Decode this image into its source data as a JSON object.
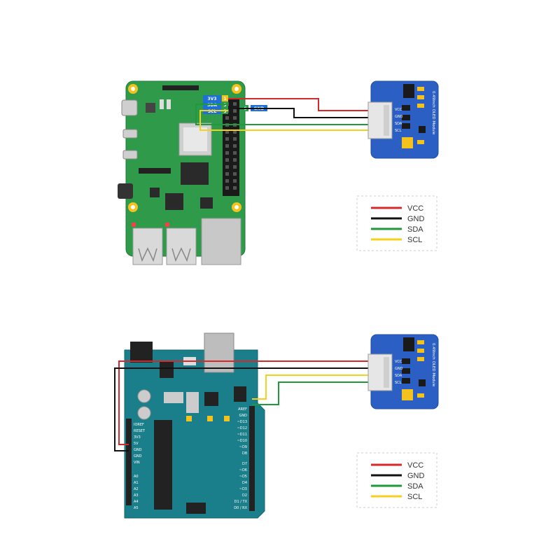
{
  "colors": {
    "vcc": "#d62828",
    "gnd": "#111111",
    "sda": "#1f9a3a",
    "scl": "#f2d21c",
    "rpi_board": "#2f9b4a",
    "arduino_board": "#1a7f8a",
    "oled_board": "#2b5fc4"
  },
  "rpi": {
    "pins": {
      "p3v3": "3V3",
      "sda": "SDA",
      "scl": "SCL",
      "gnd": "GND",
      "n1": "1",
      "n3": "3",
      "n5": "5",
      "n6": "6"
    }
  },
  "oled": {
    "title": "0.49inch OLED Module",
    "pins": [
      "VCC",
      "GND",
      "SDA",
      "SCL"
    ]
  },
  "arduino": {
    "left_labels": [
      "IOREF",
      "RESET",
      "3V3",
      "5V",
      "GND",
      "GND",
      "VIN",
      "A0",
      "A1",
      "A2",
      "A3",
      "A4",
      "A5"
    ],
    "right_labels": [
      "AREF",
      "GND",
      "~D13",
      "~D12",
      "~D11",
      "~D10",
      "~D9",
      "D8",
      "D7",
      "~D6",
      "~D5",
      "D4",
      "~D3",
      "D2",
      "D1 / TX",
      "D0 / RX"
    ]
  },
  "legend_top": [
    "VCC",
    "GND",
    "SDA",
    "SCL"
  ],
  "legend_bottom": [
    "VCC",
    "GND",
    "SDA",
    "SCL"
  ]
}
